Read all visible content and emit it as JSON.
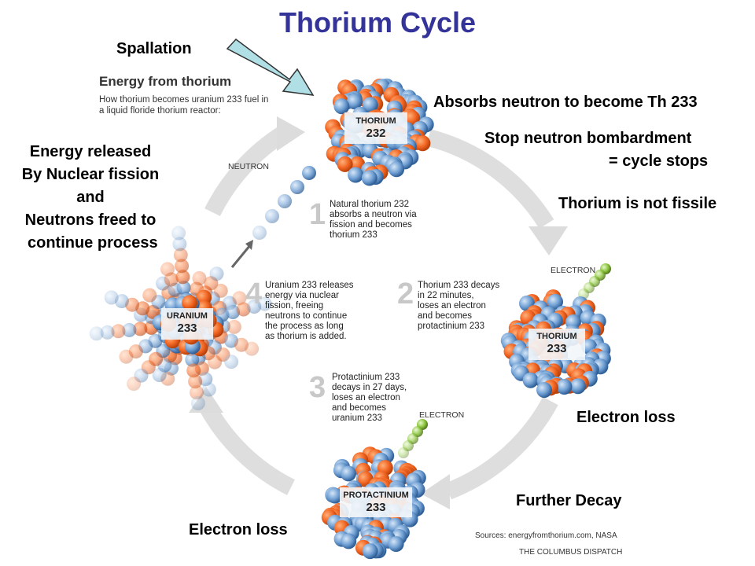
{
  "title": "Thorium Cycle",
  "annotations": {
    "spallation": "Spallation",
    "absorbs": "Absorbs neutron to become Th 233",
    "stop_line1": "Stop neutron bombardment",
    "stop_line2": "= cycle  stops",
    "not_fissile": "Thorium is not fissile",
    "energy_line1": "Energy released",
    "energy_line2": "By Nuclear fission",
    "energy_line3": "and",
    "energy_line4": "Neutrons freed to",
    "energy_line5": " continue process",
    "electron_loss_right": "Electron loss",
    "further_decay": "Further Decay",
    "electron_loss_bottom": "Electron loss"
  },
  "infographic": {
    "heading": "Energy from thorium",
    "subheading_line1": "How thorium becomes uranium 233 fuel in",
    "subheading_line2": "a liquid floride thorium reactor:",
    "neutron_label": "NEUTRON",
    "electron_label_top": "ELECTRON",
    "electron_label_bottom": "ELECTRON",
    "nuclei": {
      "thorium_top": {
        "name": "THORIUM",
        "number": "232"
      },
      "thorium_right": {
        "name": "THORIUM",
        "number": "233"
      },
      "protactinium": {
        "name": "PROTACTINIUM",
        "number": "233"
      },
      "uranium": {
        "name": "URANIUM",
        "number": "233"
      }
    },
    "steps": [
      {
        "num": "1",
        "lines": [
          "Natural thorium 232",
          "absorbs a neutron via",
          "fission and becomes",
          "thorium 233"
        ]
      },
      {
        "num": "2",
        "lines": [
          "Thorium 233 decays",
          "in 22 minutes,",
          "loses an electron",
          "and becomes",
          "protactinium 233"
        ]
      },
      {
        "num": "3",
        "lines": [
          "Protactinium 233",
          "decays in 27 days,",
          "loses an electron",
          "and becomes",
          "uranium 233"
        ]
      },
      {
        "num": "4",
        "lines": [
          "Uranium 233 releases",
          "energy via nuclear",
          "fission, freeing",
          "neutrons to continue",
          "the process as long",
          "as thorium is added."
        ]
      }
    ],
    "sources": "Sources: energyfromthorium.com, NASA",
    "credit": "THE COLUMBUS DISPATCH"
  },
  "colors": {
    "title": "#333399",
    "proton": "#f26522",
    "neutron": "#5b8fc7",
    "arrow_ring": "#d9d9d9",
    "spallation_arrow": "#b0e0e6",
    "electron": "#8cc63f"
  }
}
